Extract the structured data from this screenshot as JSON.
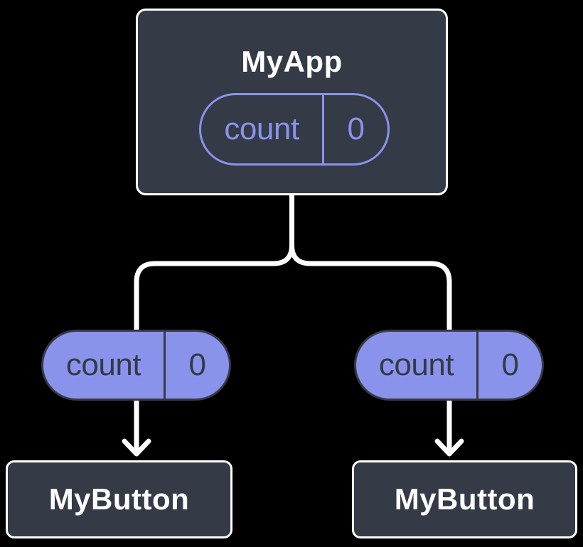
{
  "colors": {
    "background": "#000000",
    "node_fill": "#343A46",
    "node_border": "#FFFFFF",
    "node_text": "#FFFFFF",
    "accent_purple": "#8A93EC",
    "pill_dark_text": "#343A46",
    "connector": "#FFFFFF"
  },
  "tree": {
    "root": {
      "label": "MyApp",
      "state": {
        "key": "count",
        "value": "0"
      }
    },
    "children": [
      {
        "label": "MyButton",
        "prop": {
          "key": "count",
          "value": "0"
        }
      },
      {
        "label": "MyButton",
        "prop": {
          "key": "count",
          "value": "0"
        }
      }
    ]
  }
}
